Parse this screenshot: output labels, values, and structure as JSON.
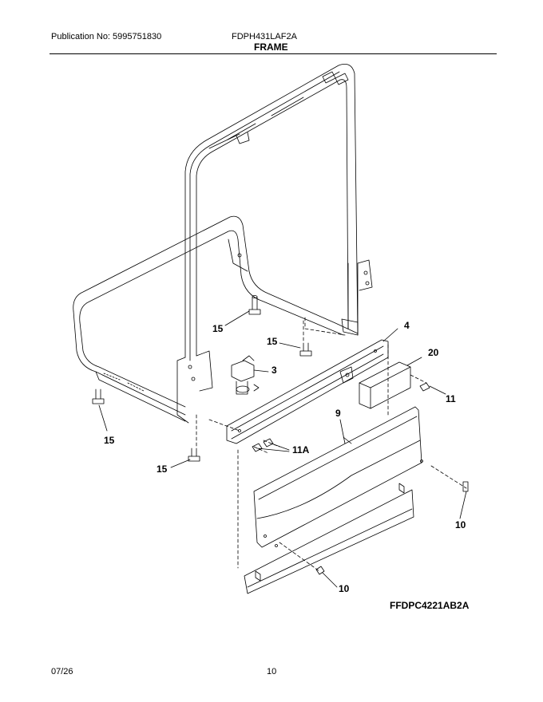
{
  "header": {
    "publication": "Publication No: 5995751830",
    "model": "FDPH431LAF2A",
    "section_title": "FRAME"
  },
  "callouts": [
    "15",
    "4",
    "15",
    "3",
    "20",
    "11",
    "15",
    "9",
    "11A",
    "15",
    "10",
    "10"
  ],
  "diagram_code": "FFDPC4221AB2A",
  "footer": {
    "date": "07/26",
    "page": "10"
  }
}
